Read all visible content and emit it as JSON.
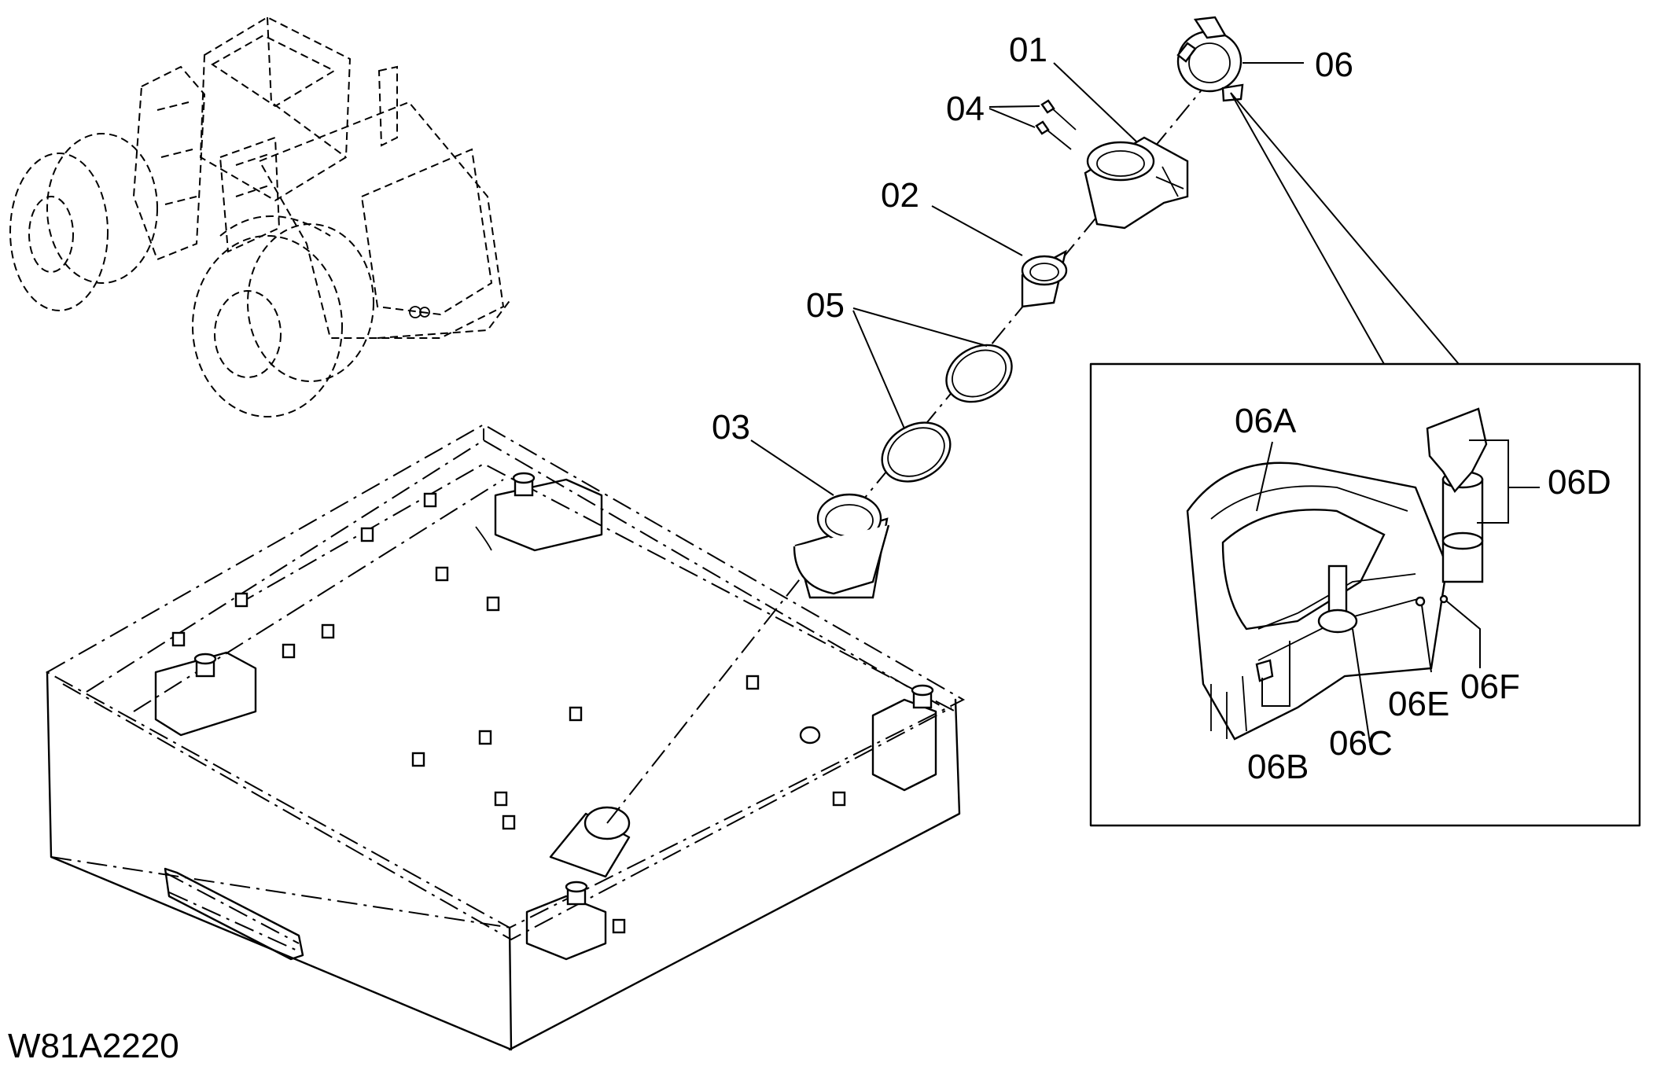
{
  "figure_code": "W81A2220",
  "parts": {
    "p01": "01",
    "p02": "02",
    "p03": "03",
    "p04": "04",
    "p05": "05",
    "p06": "06"
  },
  "detail_parts": {
    "p06A": "06A",
    "p06B": "06B",
    "p06C": "06C",
    "p06D": "06D",
    "p06E": "06E",
    "p06F": "06F"
  }
}
